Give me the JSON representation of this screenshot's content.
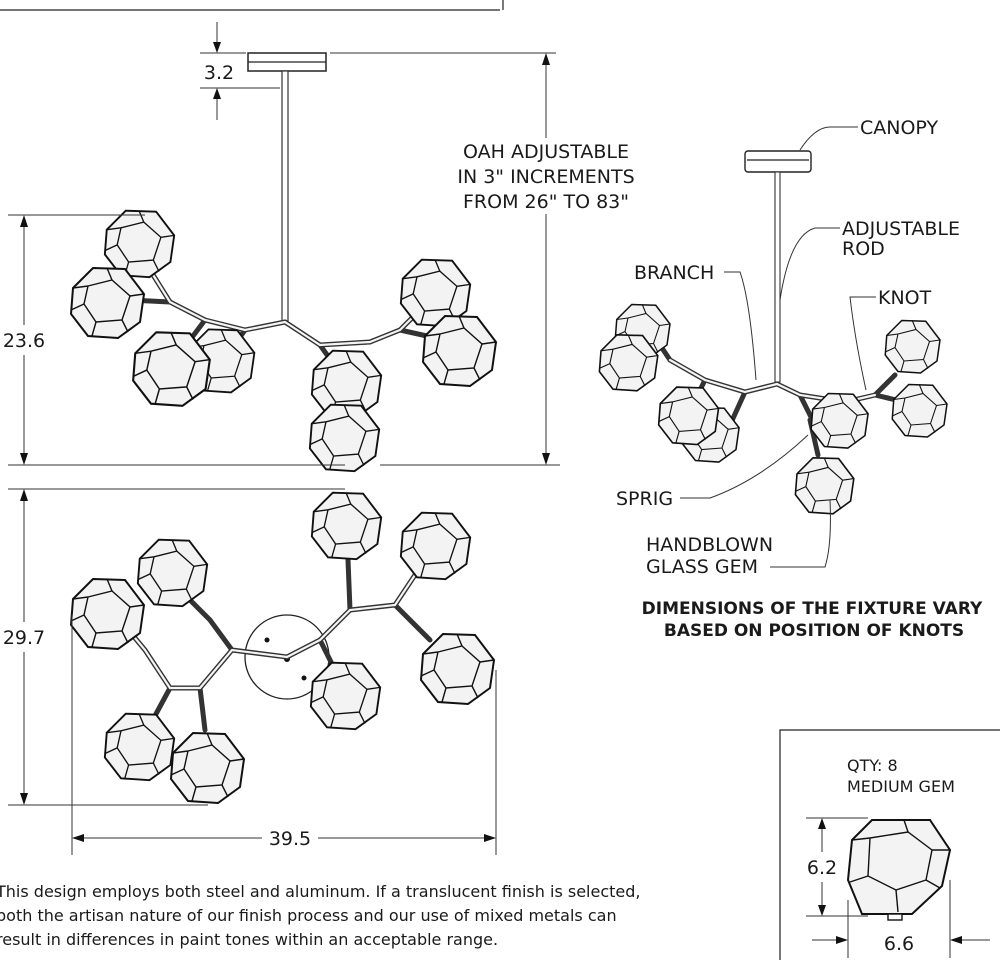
{
  "dimensions": {
    "canopy_height": "3.2",
    "fixture_height": "23.6",
    "plan_depth": "29.7",
    "plan_width": "39.5",
    "gem_height": "6.2",
    "gem_width": "6.6"
  },
  "oah_note": [
    "OAH ADJUSTABLE",
    "IN 3\" INCREMENTS",
    "FROM 26\" TO 83\""
  ],
  "callouts": {
    "canopy": "CANOPY",
    "adjustable_rod": [
      "ADJUSTABLE",
      "ROD"
    ],
    "branch": "BRANCH",
    "knot": "KNOT",
    "sprig": "SPRIG",
    "gem": [
      "HANDBLOWN",
      "GLASS GEM"
    ]
  },
  "variance_note": [
    "DIMENSIONS OF THE FIXTURE VARY",
    "BASED ON POSITION OF KNOTS"
  ],
  "gem_box": [
    "QTY: 8",
    "MEDIUM GEM"
  ],
  "finish_note": [
    "This design employs both steel and aluminum. If a translucent finish is selected,",
    "both the artisan nature of our finish process and our use of mixed metals can",
    "result in differences in paint tones within an acceptable range."
  ]
}
